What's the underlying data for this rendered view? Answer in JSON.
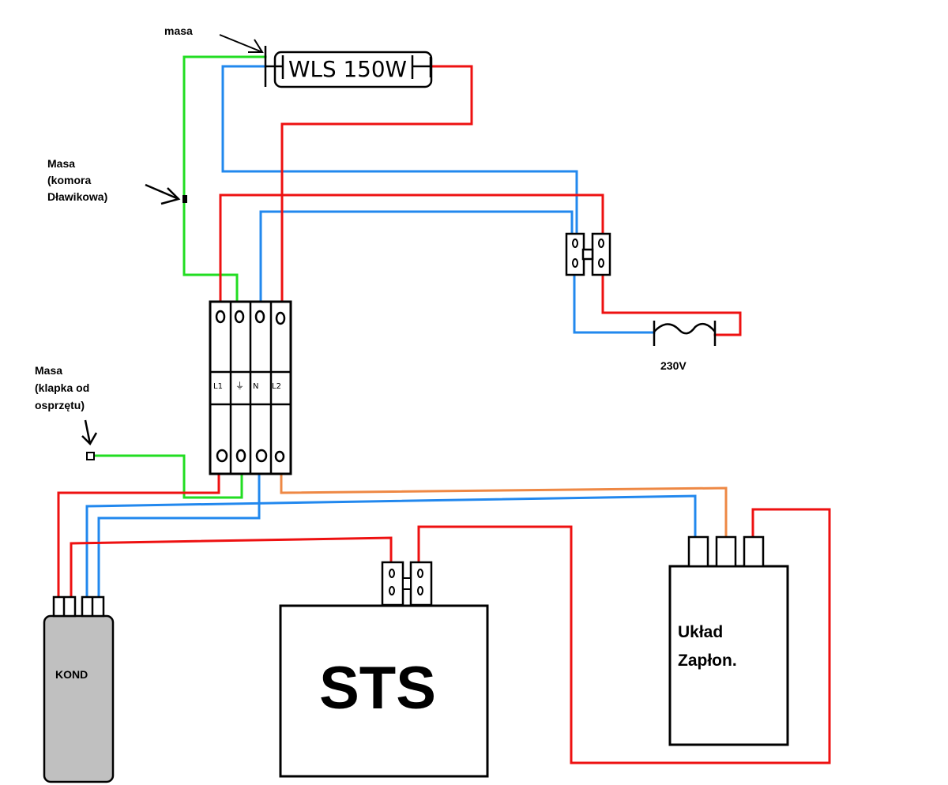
{
  "diagram": {
    "lamp": {
      "label": "WLS 150W"
    },
    "labels": {
      "masa_top": "masa",
      "masa_chamber": [
        "Masa",
        "(komora",
        "Dławikowa)"
      ],
      "masa_flap": [
        "Masa",
        "(klapka od",
        "osprzętu)"
      ],
      "voltage": "230V"
    },
    "terminal_block": {
      "slots": [
        "L1",
        "⏚",
        "N",
        "L2"
      ]
    },
    "capacitor": {
      "label": "KOND"
    },
    "sts": {
      "label": "STS"
    },
    "ignition": {
      "label_line1": "Układ",
      "label_line2": "Zapłon."
    },
    "colors": {
      "green": "#22dd22",
      "blue": "#2288ee",
      "red": "#ee1111",
      "orange": "#ee8844",
      "capacitor_fill": "#c0c0c0"
    }
  }
}
